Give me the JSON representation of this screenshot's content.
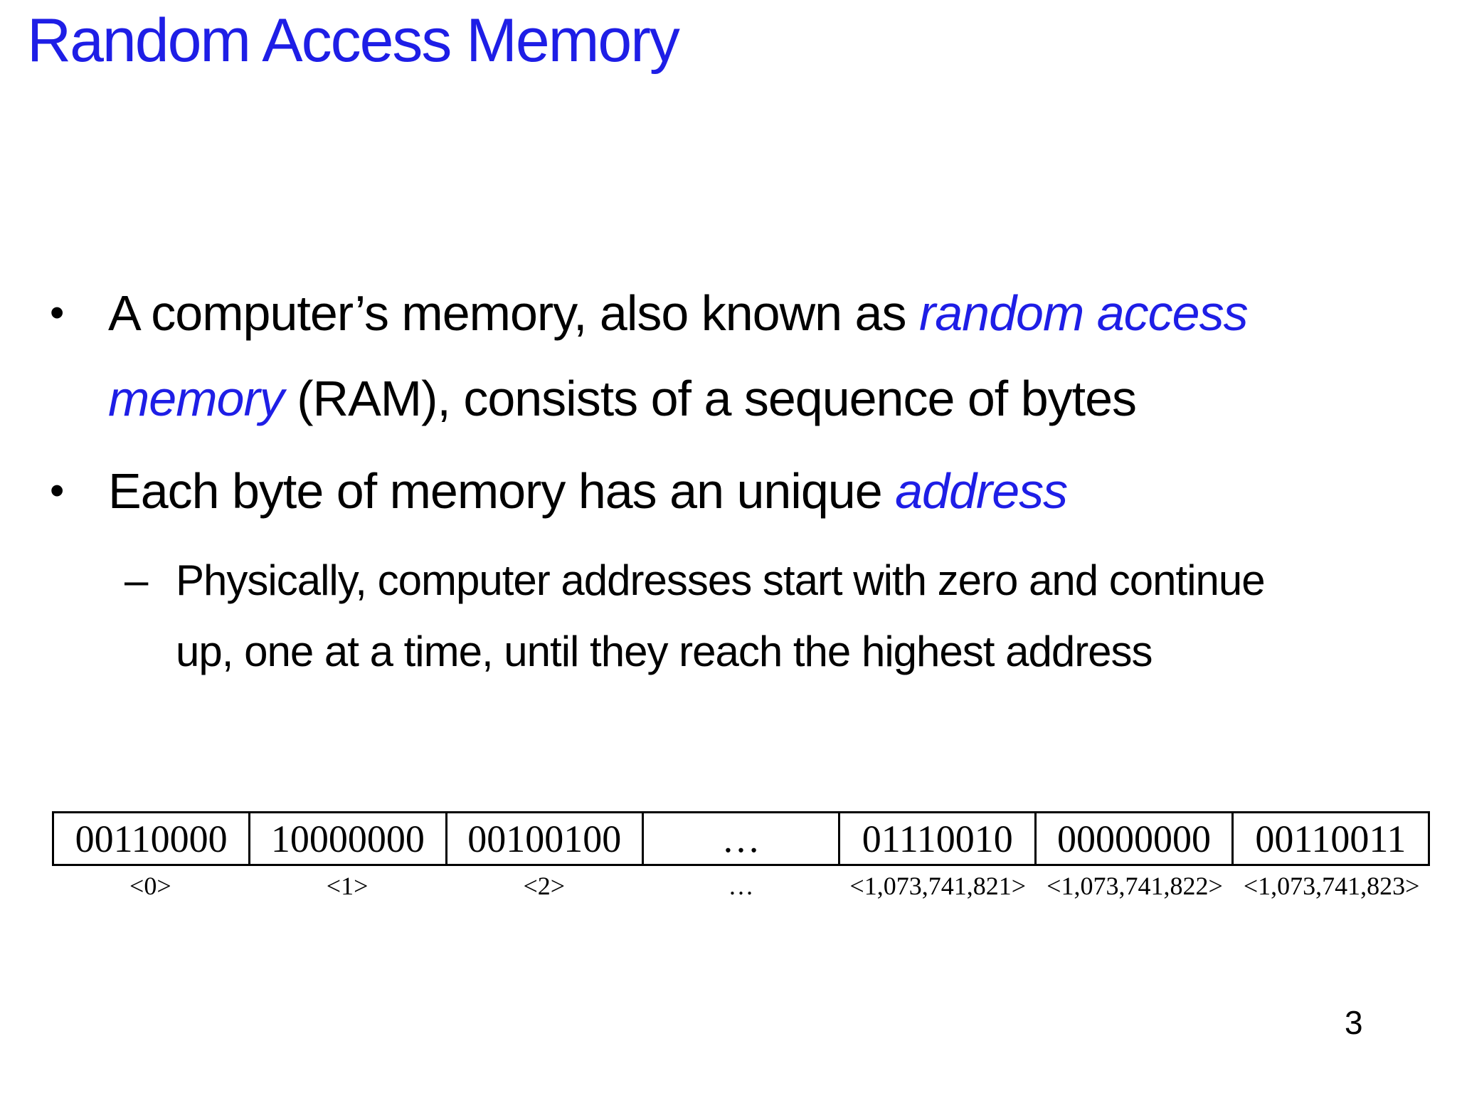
{
  "slide": {
    "title": "Random Access Memory",
    "page_number": "3",
    "accent_color": "#1e1ee6",
    "background_color": "#ffffff",
    "text_color": "#000000"
  },
  "bullets": [
    {
      "marker": "•",
      "lines": [
        {
          "segments": [
            {
              "text": "A computer’s memory, also known as ",
              "style": "plain"
            },
            {
              "text": "random access",
              "style": "accent-italic"
            }
          ]
        },
        {
          "segments": [
            {
              "text": "memory",
              "style": "accent-italic"
            },
            {
              "text": " (RAM), consists of a sequence of bytes",
              "style": "plain"
            }
          ]
        }
      ]
    },
    {
      "marker": "•",
      "lines": [
        {
          "segments": [
            {
              "text": "Each byte of memory has an unique ",
              "style": "plain"
            },
            {
              "text": "address",
              "style": "accent-italic"
            }
          ]
        }
      ]
    },
    {
      "marker": "–",
      "lines": [
        {
          "segments": [
            {
              "text": "Physically, computer addresses start with zero and continue",
              "style": "plain"
            }
          ]
        },
        {
          "segments": [
            {
              "text": "up, one at a time, until they reach the highest address",
              "style": "plain"
            }
          ]
        }
      ]
    }
  ],
  "memory_table": {
    "cells": [
      {
        "value": "00110000",
        "address": "<0>"
      },
      {
        "value": "10000000",
        "address": "<1>"
      },
      {
        "value": "00100100",
        "address": "<2>"
      },
      {
        "value": "…",
        "address": "…"
      },
      {
        "value": "01110010",
        "address": "<1,073,741,821>"
      },
      {
        "value": "00000000",
        "address": "<1,073,741,822>"
      },
      {
        "value": "00110011",
        "address": "<1,073,741,823>"
      }
    ]
  }
}
